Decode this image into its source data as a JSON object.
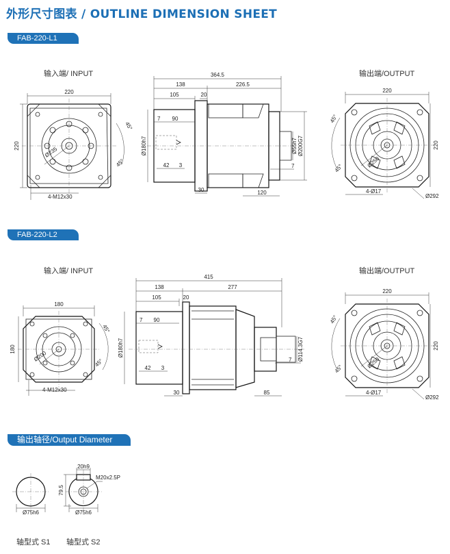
{
  "page_title": "外形尺寸图表 / OUTLINE DIMENSION SHEET",
  "models": [
    {
      "tag": "FAB-220-L1",
      "input_label": "输入端/ INPUT",
      "output_label": "输出端/OUTPUT",
      "input_dims": {
        "width": "220",
        "height": "220",
        "circle": "Ø235",
        "angle": "45°",
        "angle2": "45°",
        "holes": "4-M12x30"
      },
      "side_dims": {
        "total": "364.5",
        "d138": "138",
        "d226": "226.5",
        "d105": "105",
        "d20": "20",
        "d7": "7",
        "d90": "90",
        "d42": "42",
        "d3": "3",
        "d30": "30",
        "d120": "120",
        "d7b": "7",
        "bore": "Ø180h7",
        "shaft": "Ø55h7",
        "pilot": "Ø200G7"
      },
      "output_dims": {
        "width": "220",
        "height": "220",
        "circle": "Ø250",
        "angle": "45°",
        "angle2": "45°",
        "holes": "4-Ø17",
        "flange": "Ø292"
      }
    },
    {
      "tag": "FAB-220-L2",
      "input_label": "输入端/ INPUT",
      "output_label": "输出端/OUTPUT",
      "input_dims": {
        "width": "180",
        "height": "180",
        "circle": "Ø200",
        "angle": "45°",
        "angle2": "45°",
        "holes": "4-M12x30"
      },
      "side_dims": {
        "total": "415",
        "d138": "138",
        "d226": "277",
        "d105": "105",
        "d20": "20",
        "d7": "7",
        "d90": "90",
        "d42": "42",
        "d3": "3",
        "d30": "30",
        "d120": "85",
        "d7b": "7",
        "bore": "Ø180h7",
        "shaft": "Ø114.3G7",
        "pilot": ""
      },
      "output_dims": {
        "width": "220",
        "height": "220",
        "circle": "Ø250",
        "angle": "45°",
        "angle2": "45°",
        "holes": "4-Ø17",
        "flange": "Ø292"
      }
    }
  ],
  "output_diameter": {
    "tag": "输出轴径/Output Diameter",
    "s1": {
      "dia": "Ø75h6",
      "label": "轴型式 S1"
    },
    "s2": {
      "dia": "Ø75h6",
      "key": "20h9",
      "height": "79.5",
      "thread": "M20x2.5P",
      "label": "轴型式 S2"
    }
  },
  "colors": {
    "accent": "#1f72b7",
    "title": "#1c6fb5"
  }
}
